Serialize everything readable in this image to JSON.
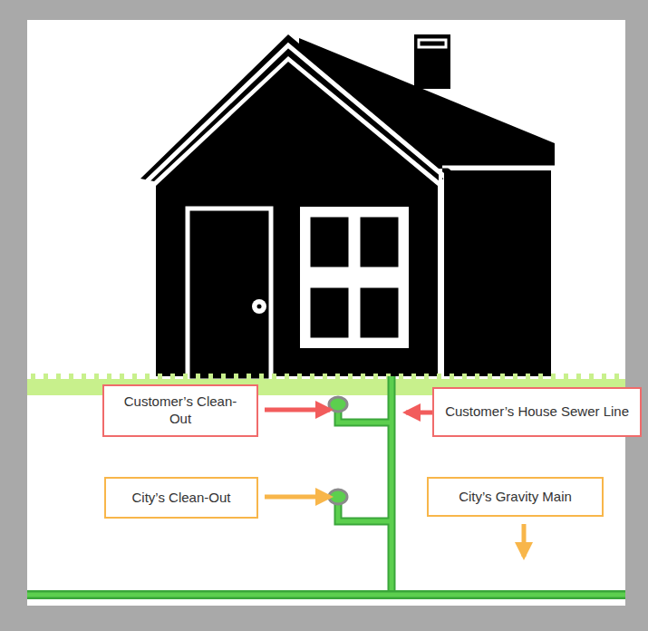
{
  "diagram": {
    "nodes": [
      {
        "text": [
          "Customer’s Clean-Out"
        ]
      },
      {
        "text": [
          "Customer’s House Sewer Line"
        ]
      },
      {
        "text": [
          "City’s Clean-Out"
        ]
      },
      {
        "text": [
          "City’s Gravity Main"
        ]
      }
    ]
  }
}
